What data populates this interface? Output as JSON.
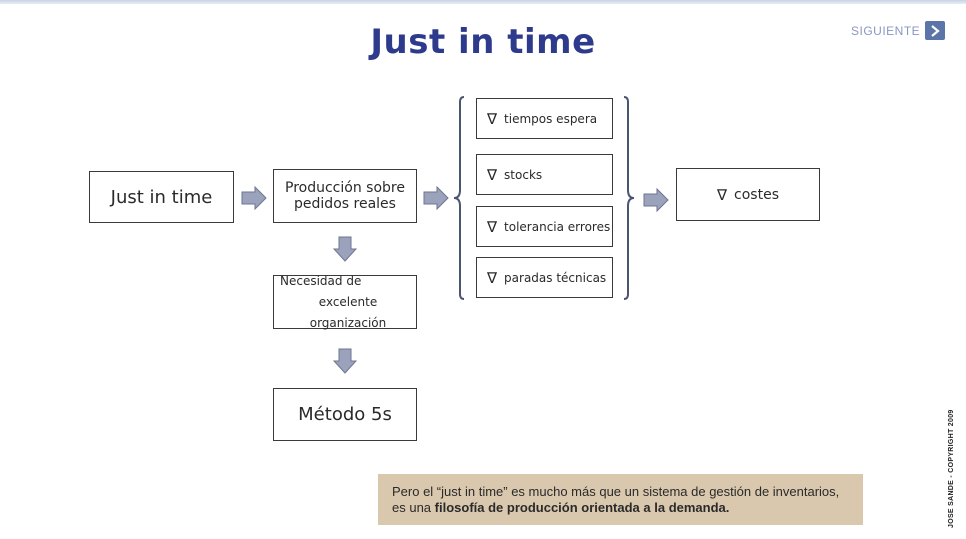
{
  "slide": {
    "title": "Just in time",
    "next_label": "SIGUIENTE",
    "next_icon": "chevron-right-icon",
    "copyright": "JOSE SANDE - COPYRIGHT 2009"
  },
  "diagram": {
    "start": "Just in time",
    "produccion_line1": "Producción sobre",
    "produccion_line2": "pedidos reales",
    "necesidad_line1": "Necesidad de",
    "necesidad_line2": "excelente organización",
    "metodo": "Método 5s",
    "reductions_symbol": "∇",
    "reductions": [
      "tiempos espera",
      "stocks",
      "tolerancia errores",
      "paradas técnicas"
    ],
    "result": "costes"
  },
  "note": {
    "part1": "Pero el “just in time” es mucho más que un sistema de gestión de inventarios,",
    "part2": "es una ",
    "bold": "filosofía de producción orientada a la demanda."
  },
  "colors": {
    "title": "#2e3a8c",
    "arrow_fill": "#9aa3bb",
    "note_bg": "#d9c8ad",
    "next_button": "#5b75a8"
  }
}
